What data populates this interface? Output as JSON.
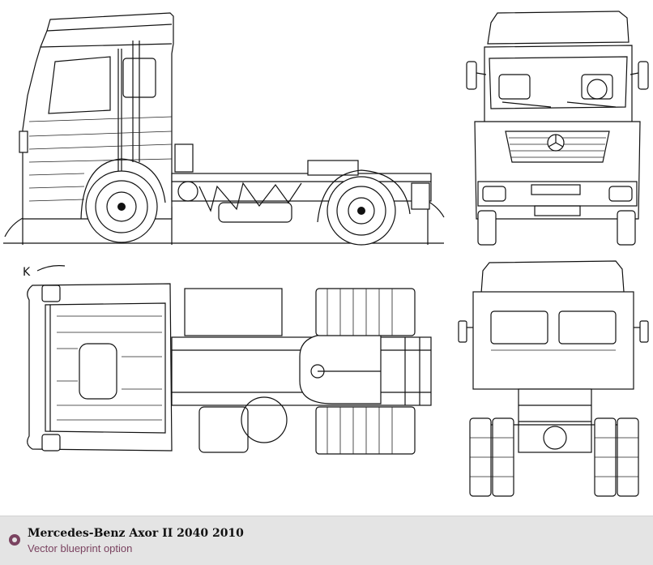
{
  "footer": {
    "title": "Mercedes-Benz Axor II 2040 2010",
    "subtitle": "Vector blueprint option",
    "accent_color": "#7a4360",
    "background_color": "#e4e4e4"
  },
  "drawing": {
    "views": [
      "side-view",
      "front-view",
      "top-view",
      "rear-view"
    ],
    "corner_mark": "K"
  }
}
